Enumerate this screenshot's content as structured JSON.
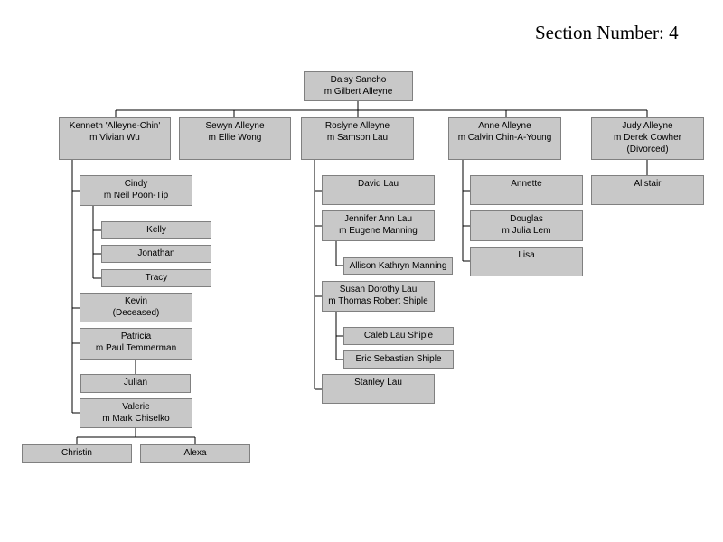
{
  "header": {
    "section_label": "Section Number: 4"
  },
  "nodes": {
    "daisy": [
      "Daisy Sancho",
      "m Gilbert Alleyne"
    ],
    "kenneth": [
      "Kenneth 'Alleyne-Chin'",
      "m Vivian Wu"
    ],
    "sewyn": [
      "Sewyn Alleyne",
      "m Ellie Wong"
    ],
    "roslyne": [
      "Roslyne Alleyne",
      "m Samson Lau"
    ],
    "anne": [
      "Anne Alleyne",
      "m Calvin Chin-A-Young"
    ],
    "judy": [
      "Judy Alleyne",
      "m Derek Cowher",
      "(Divorced)"
    ],
    "cindy": [
      "Cindy",
      "m Neil Poon-Tip"
    ],
    "kelly": [
      "Kelly"
    ],
    "jonathan": [
      "Jonathan"
    ],
    "tracy": [
      "Tracy"
    ],
    "kevin": [
      "Kevin",
      "(Deceased)"
    ],
    "patricia": [
      "Patricia",
      "m Paul Temmerman"
    ],
    "julian": [
      "Julian"
    ],
    "valerie": [
      "Valerie",
      "m Mark Chiselko"
    ],
    "christin": [
      "Christin"
    ],
    "alexa": [
      "Alexa"
    ],
    "david": [
      "David Lau"
    ],
    "jennifer": [
      "Jennifer Ann Lau",
      "m Eugene Manning"
    ],
    "allison": [
      "Allison Kathryn Manning"
    ],
    "susan": [
      "Susan Dorothy Lau",
      "m Thomas Robert Shiple"
    ],
    "caleb": [
      "Caleb Lau Shiple"
    ],
    "eric": [
      "Eric Sebastian Shiple"
    ],
    "stanley": [
      "Stanley Lau"
    ],
    "annette": [
      "Annette"
    ],
    "douglas": [
      "Douglas",
      "m Julia Lem"
    ],
    "lisa": [
      "Lisa"
    ],
    "alistair": [
      "Alistair"
    ]
  }
}
